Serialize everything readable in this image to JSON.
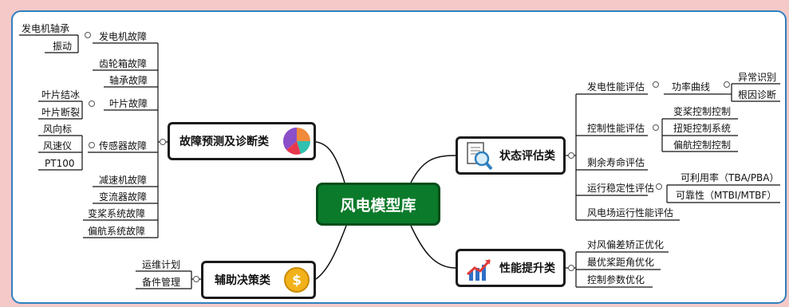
{
  "center": "风电模型库",
  "branches": {
    "fault": "故障预测及诊断类",
    "state": "状态评估类",
    "perf": "性能提升类",
    "decision": "辅助决策类"
  },
  "fault_items": {
    "generator": "发电机故障",
    "generator_bearing": "发电机轴承",
    "vibration": "振动",
    "gearbox": "齿轮箱故障",
    "bearing": "轴承故障",
    "blade": "叶片故障",
    "blade_ice": "叶片结冰",
    "blade_break": "叶片断裂",
    "sensor": "传感器故障",
    "wind_vane": "风向标",
    "anemometer": "风速仪",
    "pt100": "PT100",
    "reducer": "减速机故障",
    "converter": "变流器故障",
    "pitch_system": "变桨系统故障",
    "yaw_system": "偏航系统故障"
  },
  "decision_items": {
    "maintenance_plan": "运维计划",
    "spare_parts": "备件管理"
  },
  "state_items": {
    "gen_perf": "发电性能评估",
    "power_curve": "功率曲线",
    "anomaly": "异常识别",
    "root_cause": "根因诊断",
    "ctrl_perf": "控制性能评估",
    "pitch_ctrl": "变桨控制控制",
    "torque_ctrl": "扭矩控制系统",
    "yaw_ctrl": "偏航控制控制",
    "remaining_life": "剩余寿命评估",
    "stability": "运行稳定性评估",
    "availability": "可利用率（TBA/PBA）",
    "reliability": "可靠性（MTBI/MTBF）",
    "farm_perf": "风电场运行性能评估"
  },
  "perf_items": {
    "yaw_correction": "对风偏差矫正优化",
    "pitch_opt": "最优桨距角优化",
    "param_opt": "控制参数优化"
  },
  "colors": {
    "center_fill": "#0b7a2a",
    "frame": "#2f7fbf",
    "background": "#f6c9c9",
    "pie_purple": "#8a4fc9",
    "pie_red": "#e8384d",
    "pie_teal": "#2fc0b0",
    "pie_orange": "#f08a3c",
    "coin": "#f2b21a",
    "chart_red": "#e03b3b",
    "chart_blue": "#2f6fc7"
  },
  "icons": [
    "pie-chart-icon",
    "document-search-icon",
    "trend-chart-icon",
    "dollar-coin-icon"
  ]
}
